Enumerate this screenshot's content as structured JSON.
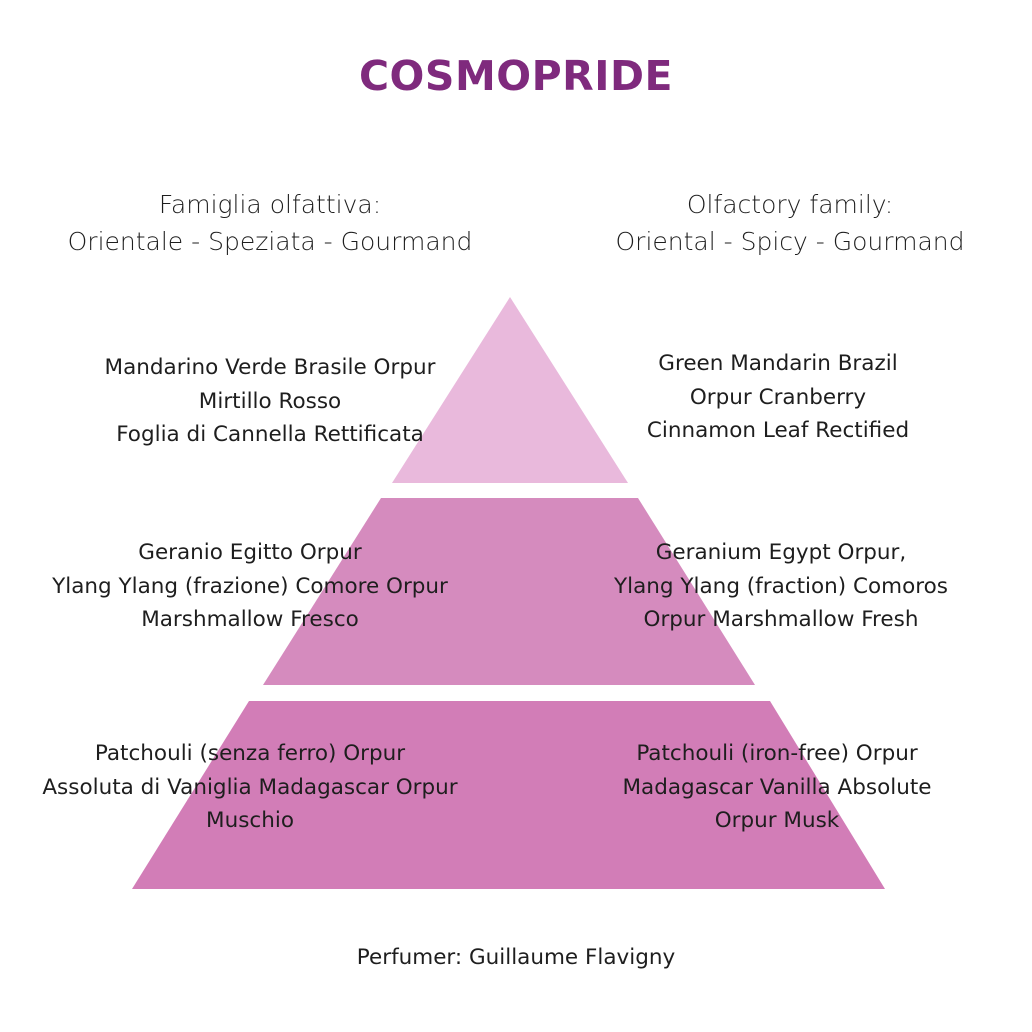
{
  "title": "COSMOPRIDE",
  "colors": {
    "title": "#7f2a7d",
    "top_tier": "#e9b9dc",
    "middle_tier": "#d58bbe",
    "base_tier": "#d27db7",
    "text": "#1e1e1e"
  },
  "family": {
    "italian": {
      "label": "Famiglia olfattiva:",
      "value": "Orientale - Speziata - Gourmand"
    },
    "english": {
      "label": "Olfactory family:",
      "value": "Oriental - Spicy - Gourmand"
    }
  },
  "pyramid": {
    "top": {
      "italian": [
        "Mandarino Verde Brasile Orpur",
        "Mirtillo Rosso",
        "Foglia di Cannella Rettificata"
      ],
      "english": [
        "Green Mandarin Brazil",
        "Orpur Cranberry",
        "Cinnamon Leaf Rectified"
      ]
    },
    "heart": {
      "italian": [
        "Geranio Egitto Orpur",
        "Ylang Ylang (frazione) Comore Orpur",
        "Marshmallow Fresco"
      ],
      "english": [
        "Geranium Egypt Orpur,",
        "Ylang Ylang (fraction) Comoros",
        "Orpur Marshmallow Fresh"
      ]
    },
    "base": {
      "italian": [
        "Patchouli (senza ferro) Orpur",
        "Assoluta di Vaniglia Madagascar Orpur",
        "Muschio"
      ],
      "english": [
        "Patchouli (iron-free) Orpur",
        "Madagascar Vanilla Absolute",
        "Orpur Musk"
      ]
    }
  },
  "footer": "Perfumer: Guillaume Flavigny"
}
